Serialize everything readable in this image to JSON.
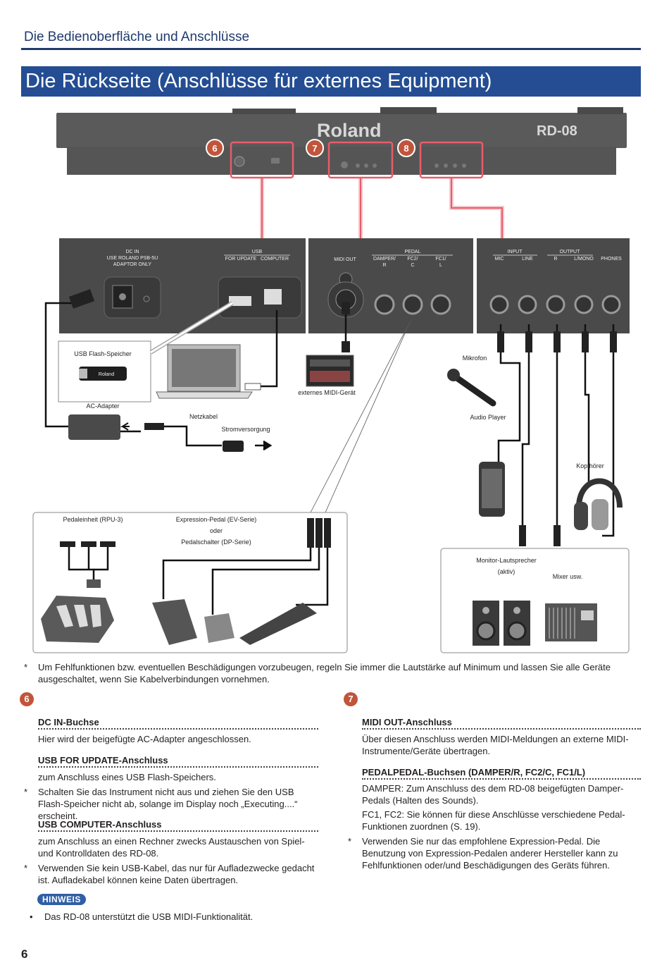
{
  "header": {
    "section": "Die Bedienoberfläche und Anschlüsse",
    "title": "Die Rückseite (Anschlüsse für externes Equipment)"
  },
  "diagram": {
    "brand": "Roland",
    "model": "RD-08",
    "callouts": [
      "6",
      "7",
      "8"
    ],
    "panel_left": {
      "dc_in": [
        "DC IN",
        "USE ROLAND PSB-5U",
        "ADAPTOR ONLY"
      ],
      "usb": "USB",
      "usb_sub": [
        "FOR UPDATE",
        "COMPUTER"
      ]
    },
    "panel_mid": {
      "midi_out": "MIDI OUT",
      "pedal": "PEDAL",
      "pedal_jacks": [
        [
          "DAMPER/",
          "R"
        ],
        [
          "FC2/",
          "C"
        ],
        [
          "FC1/",
          "L"
        ]
      ]
    },
    "panel_right": {
      "input": "INPUT",
      "output": "OUTPUT",
      "jacks": [
        "MIC",
        "LINE",
        "R",
        "L/MONO",
        "PHONES"
      ]
    },
    "labels": {
      "usb_flash": "USB Flash-Speicher",
      "flash_brand": "Roland",
      "ac_adapter": "AC-Adapter",
      "netzkabel": "Netzkabel",
      "stromversorgung": "Stromversorgung",
      "midi_device": "externes MIDI-Gerät",
      "mikrofon": "Mikrofon",
      "audio_player": "Audio Player",
      "kopfhoerer": "Kopfhörer",
      "pedaleinheit": "Pedaleinheit (RPU-3)",
      "expression_1": "Expression-Pedal (EV-Serie)",
      "expression_2": "oder",
      "expression_3": "Pedalschalter (DP-Serie)",
      "monitor_1": "Monitor-Lautsprecher",
      "monitor_2": "(aktiv)",
      "mixer": "Mixer usw."
    }
  },
  "warning_top": {
    "star": "*",
    "text": "Um Fehlfunktionen bzw. eventuellen Beschädigungen vorzubeugen, regeln Sie immer die Lautstärke auf Minimum und lassen Sie alle Geräte ausgeschaltet, wenn Sie Kabelverbindungen vornehmen."
  },
  "col_left": {
    "number": "6",
    "dc_title": "DC IN-Buchse",
    "dc_text": "Hier wird der beigefügte AC-Adapter angeschlossen.",
    "usb_update_title": "USB FOR UPDATE-Anschluss",
    "usb_update_text": "zum Anschluss eines USB Flash-Speichers.",
    "usb_update_note": "Schalten Sie das Instrument nicht aus und ziehen Sie den USB Flash-Speicher nicht ab, solange im Display noch „Executing....“ erscheint.",
    "usb_computer_title": "USB COMPUTER-Anschluss",
    "usb_computer_text": "zum Anschluss an einen Rechner zwecks Austauschen von Spiel- und Kontrolldaten des RD-08.",
    "usb_computer_note": "Verwenden Sie kein USB-Kabel, das nur für Aufladezwecke gedacht ist. Aufladekabel können keine Daten übertragen.",
    "hinweis": "HINWEIS",
    "hinweis_bullet": "•",
    "hinweis_text": "Das RD-08 unterstützt die USB MIDI-Funktionalität."
  },
  "col_right": {
    "number": "7",
    "midi_title": "MIDI OUT-Anschluss",
    "midi_text": "Über diesen Anschluss werden MIDI-Meldungen an externe MIDI-Instrumente/Geräte übertragen.",
    "pedal_title": "PEDALPEDAL-Buchsen (DAMPER/R, FC2/C, FC1/L)",
    "pedal_text1": "DAMPER: Zum Anschluss des dem RD-08 beigefügten Damper-Pedals (Halten des Sounds).",
    "pedal_text2": "FC1, FC2: Sie können für diese Anschlüsse verschiedene Pedal-Funktionen zuordnen (S. 19).",
    "pedal_note": "Verwenden Sie nur das empfohlene Expression-Pedal. Die Benutzung von Expression-Pedalen anderer Hersteller kann zu Fehlfunktionen oder/und Beschädigungen des Geräts führen."
  },
  "page_number": "6",
  "colors": {
    "header_blue": "#1f3a6e",
    "title_blue": "#244d93",
    "callout": "#c1553b",
    "highlight": "#e85c6a",
    "panel": "#4a4a4a"
  }
}
